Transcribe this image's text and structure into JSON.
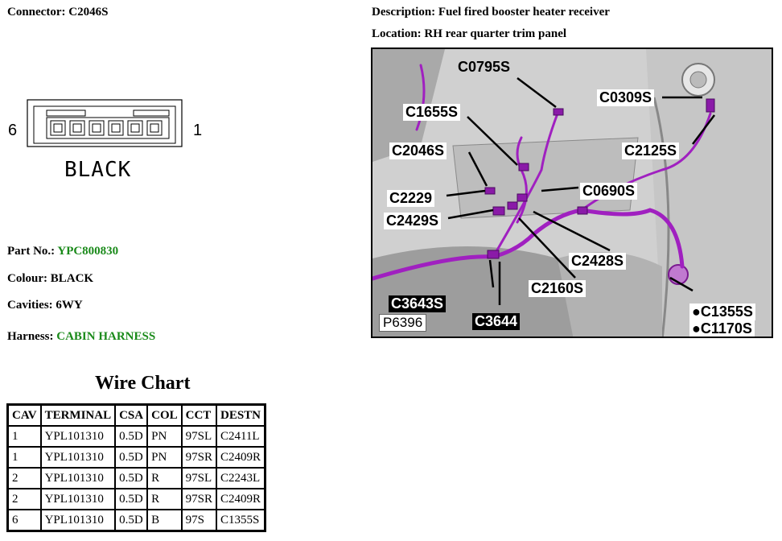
{
  "connector": {
    "label": "Connector:",
    "value": "C2046S"
  },
  "description": {
    "label": "Description:",
    "value": "Fuel fired booster heater receiver"
  },
  "location": {
    "label": "Location:",
    "value": "RH rear quarter trim panel"
  },
  "diagram": {
    "pin_left": "6",
    "pin_right": "1",
    "colour_label": "BLACK"
  },
  "part": {
    "label": "Part No.:",
    "value": "YPC800830"
  },
  "colour": {
    "label": "Colour:",
    "value": "BLACK"
  },
  "cavities": {
    "label": "Cavities:",
    "value": "6WY"
  },
  "harness": {
    "label": "Harness:",
    "value": "CABIN HARNESS"
  },
  "colors": {
    "value_green": "#1a8a1a",
    "harness_wire": "#a020c0"
  },
  "wire_chart": {
    "title": "Wire Chart",
    "headers": [
      "CAV",
      "TERMINAL",
      "CSA",
      "COL",
      "CCT",
      "DESTN"
    ],
    "rows": [
      [
        "1",
        "YPL101310",
        "0.5D",
        "PN",
        "97SL",
        "C2411L"
      ],
      [
        "1",
        "YPL101310",
        "0.5D",
        "PN",
        "97SR",
        "C2409R"
      ],
      [
        "2",
        "YPL101310",
        "0.5D",
        "R",
        "97SL",
        "C2243L"
      ],
      [
        "2",
        "YPL101310",
        "0.5D",
        "R",
        "97SR",
        "C2409R"
      ],
      [
        "6",
        "YPL101310",
        "0.5D",
        "B",
        "97S",
        "C1355S"
      ]
    ]
  },
  "photo": {
    "id": "P6396",
    "callouts": [
      "C0795S",
      "C1655S",
      "C0309S",
      "C2125S",
      "C2046S",
      "C2229",
      "C0690S",
      "C2429S",
      "C2428S",
      "C2160S",
      "C3643S",
      "C3644",
      "C1355S",
      "C1170S"
    ]
  }
}
